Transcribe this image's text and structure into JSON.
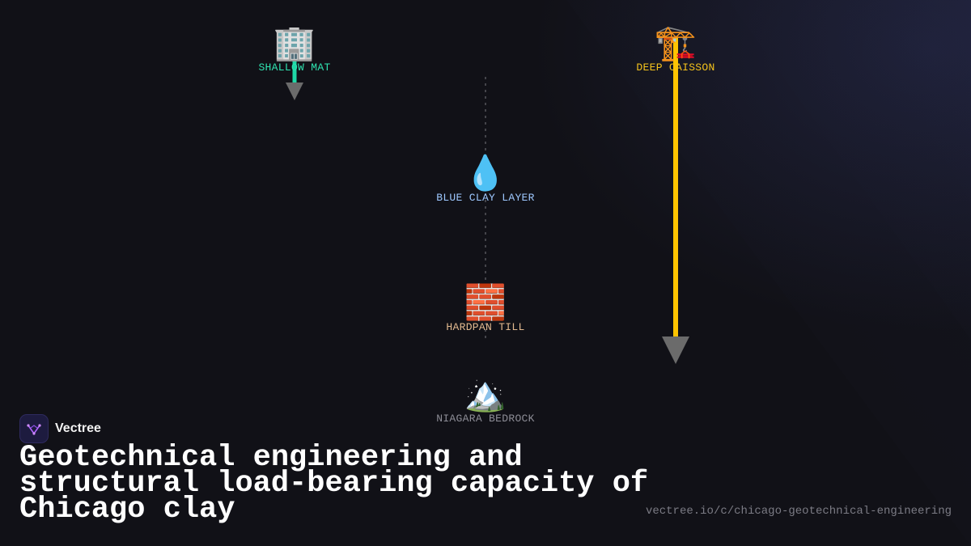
{
  "diagram": {
    "nodes": {
      "shallow_mat": {
        "icon": "office-building-icon",
        "glyph": "🏢",
        "label": "SHALLOW MAT"
      },
      "deep_caisson": {
        "icon": "construction-crane-icon",
        "glyph": "🏗️",
        "label": "DEEP CAISSON"
      },
      "blue_clay": {
        "icon": "water-droplet-icon",
        "glyph": "💧",
        "label": "BLUE CLAY LAYER"
      },
      "hardpan": {
        "icon": "brick-icon",
        "glyph": "🧱",
        "label": "HARDPAN TILL"
      },
      "bedrock": {
        "icon": "snow-capped-mountain-icon",
        "glyph": "🏔️",
        "label": "NIAGARA BEDROCK"
      }
    },
    "colors": {
      "shallow": "#1ed8a6",
      "deep": "#ffc400",
      "arrowhead": "#6b6b6b",
      "connector": "#55555c"
    }
  },
  "brand": {
    "name": "Vectree",
    "logo_icon": "vectree-logo-icon"
  },
  "title": "Geotechnical engineering and structural load-bearing capacity of Chicago clay",
  "url": "vectree.io/c/chicago-geotechnical-engineering"
}
